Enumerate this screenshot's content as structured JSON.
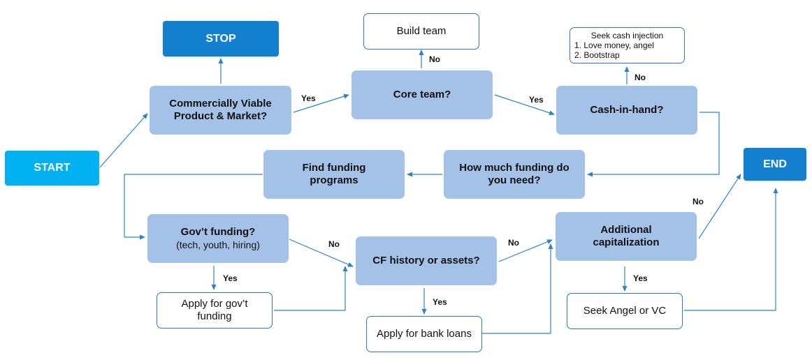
{
  "colors": {
    "start": "#00b0f0",
    "terminal": "#1380cf",
    "decision": "#a4c2e7",
    "border": "#2b77c3",
    "edge": "#2e82c8"
  },
  "nodes": {
    "start": "START",
    "stop": "STOP",
    "end": "END",
    "commercially_viable": "Commercially Viable Product & Market?",
    "core_team": "Core team?",
    "build_team": "Build team",
    "cash_in_hand": "Cash-in-hand?",
    "cash_injection": {
      "title": "Seek cash injection",
      "items": [
        "1. Love money, angel",
        "2. Bootstrap"
      ]
    },
    "how_much_funding": "How much funding do you need?",
    "find_funding": "Find funding programs",
    "govt_funding": {
      "title": "Gov’t funding?",
      "subtitle": "(tech, youth, hiring)"
    },
    "apply_govt": "Apply for gov’t funding",
    "cf_history": "CF history or assets?",
    "apply_bank": "Apply for bank loans",
    "additional_cap": "Additional capitalization",
    "seek_angel": "Seek Angel or VC"
  },
  "edge_labels": {
    "viable_yes": "Yes",
    "core_no": "No",
    "core_yes": "Yes",
    "cash_no": "No",
    "govt_no": "No",
    "govt_yes": "Yes",
    "cf_no": "No",
    "cf_yes": "Yes",
    "additional_no": "No",
    "additional_yes": "Yes"
  }
}
